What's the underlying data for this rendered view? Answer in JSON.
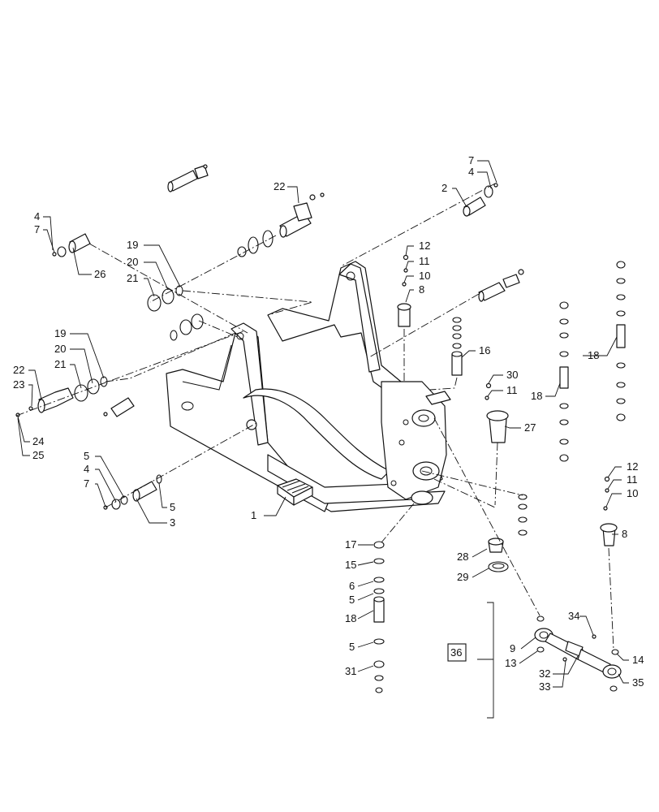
{
  "callouts": {
    "c_7a": "7",
    "c_4a": "4",
    "c_2": "2",
    "c_22a": "22",
    "c_4b": "4",
    "c_7b": "7",
    "c_26": "26",
    "c_19a": "19",
    "c_20a": "20",
    "c_21a": "21",
    "c_12a": "12",
    "c_11a": "11",
    "c_10a": "10",
    "c_8a": "8",
    "c_16": "16",
    "c_18a": "18",
    "c_18b": "18",
    "c_19b": "19",
    "c_20b": "20",
    "c_21b": "21",
    "c_22b": "22",
    "c_23": "23",
    "c_24": "24",
    "c_25": "25",
    "c_30": "30",
    "c_11b": "11",
    "c_27": "27",
    "c_5a": "5",
    "c_4c": "4",
    "c_7c": "7",
    "c_5b": "5",
    "c_3": "3",
    "c_1": "1",
    "c_12b": "12",
    "c_11c": "11",
    "c_10b": "10",
    "c_8b": "8",
    "c_17": "17",
    "c_15": "15",
    "c_6": "6",
    "c_5c": "5",
    "c_18c": "18",
    "c_5d": "5",
    "c_31": "31",
    "c_28": "28",
    "c_29": "29",
    "c_36": "36",
    "c_34": "34",
    "c_9": "9",
    "c_13": "13",
    "c_32": "32",
    "c_33": "33",
    "c_14": "14",
    "c_35": "35"
  }
}
